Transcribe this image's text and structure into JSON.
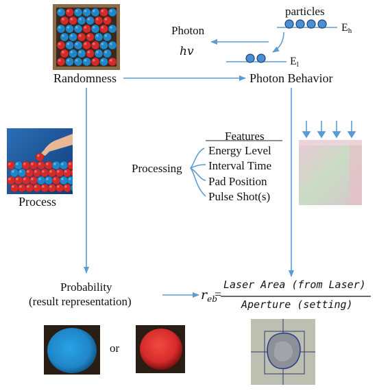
{
  "diagram": {
    "labels": {
      "particles": "particles",
      "photon": "Photon",
      "hv": "hv",
      "e_high": "E",
      "e_high_sub": "h",
      "e_low": "E",
      "e_low_sub": "l",
      "randomness": "Randomness",
      "photon_behavior": "Photon Behavior",
      "process": "Process",
      "processing": "Processing",
      "probability": "Probability",
      "probability_sub": "(result representation)",
      "or": "or"
    },
    "features": {
      "title": "Features",
      "items": [
        "Energy Level",
        "Interval Time",
        "Pad Position",
        "Pulse Shot(s)"
      ]
    },
    "formula": {
      "lhs": "r",
      "lhs_sub": "eb",
      "equals": "=",
      "numerator": "Laser Area (from Laser)",
      "denominator": "Aperture (setting)"
    },
    "colors": {
      "arrow": "#5b9bd5",
      "particle": "#4a8fd6",
      "ball_red": "#d42a2a",
      "ball_blue": "#1f86c8"
    },
    "icons": [
      "ball-pit-image",
      "hand-picking-balls-image",
      "laser-pad-image",
      "blue-ball-image",
      "red-ball-image",
      "laser-spot-image"
    ]
  }
}
